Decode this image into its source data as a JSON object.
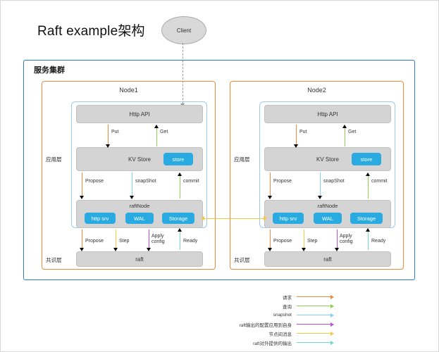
{
  "title": "Raft example架构",
  "client": {
    "label": "Client"
  },
  "cluster": {
    "label": "服务集群"
  },
  "layers": {
    "application": "应用层",
    "consensus": "共识层"
  },
  "nodes": [
    {
      "name": "Node1",
      "http_api": "Http API",
      "kv_store": "KV Store",
      "store_chip": "store",
      "raft_node": "raftNode",
      "raft_node_chips": [
        "http srv",
        "WAL",
        "Storage"
      ],
      "raft": "raft",
      "arrows": {
        "put": "Put",
        "get": "Get",
        "propose_kv": "Propose",
        "snapshot": "snapShot",
        "commit": "commit",
        "propose_raft": "Propose",
        "step": "Step",
        "apply_config_line1": "Apply",
        "apply_config_line2": "config",
        "ready": "Ready"
      }
    },
    {
      "name": "Node2",
      "http_api": "Http API",
      "kv_store": "KV Store",
      "store_chip": "store",
      "raft_node": "raftNode",
      "raft_node_chips": [
        "http srv",
        "WAL",
        "Storage"
      ],
      "raft": "raft",
      "arrows": {
        "put": "Put",
        "get": "Get",
        "propose_kv": "Propose",
        "snapshot": "snapShot",
        "commit": "commit",
        "propose_raft": "Propose",
        "step": "Step",
        "apply_config_line1": "Apply",
        "apply_config_line2": "config",
        "ready": "Ready"
      }
    }
  ],
  "legend": [
    {
      "label": "请求",
      "color": "#ef8a3c"
    },
    {
      "label": "查询",
      "color": "#8fd14f"
    },
    {
      "label": "snapshot",
      "color": "#7fd4f0"
    },
    {
      "label": "raft输出的配置应用到自身",
      "color": "#b44fe0"
    },
    {
      "label": "节点间消息",
      "color": "#f2c940"
    },
    {
      "label": "raft对外提供的输出",
      "color": "#6fdcc4"
    }
  ],
  "colors": {
    "request": "#ef8a3c",
    "query": "#8fd14f",
    "snapshot": "#7fd4f0",
    "apply_config": "#b44fe0",
    "node_message": "#f2c940",
    "raft_output": "#6fdcc4",
    "cluster_border": "#2e75d4",
    "node_border": "#ef8a3c",
    "app_layer_border": "#9cc9ef",
    "chip_blue": "#29ABE2",
    "box_gray": "#d4d4d4",
    "client_gray": "#d9d9d9"
  }
}
